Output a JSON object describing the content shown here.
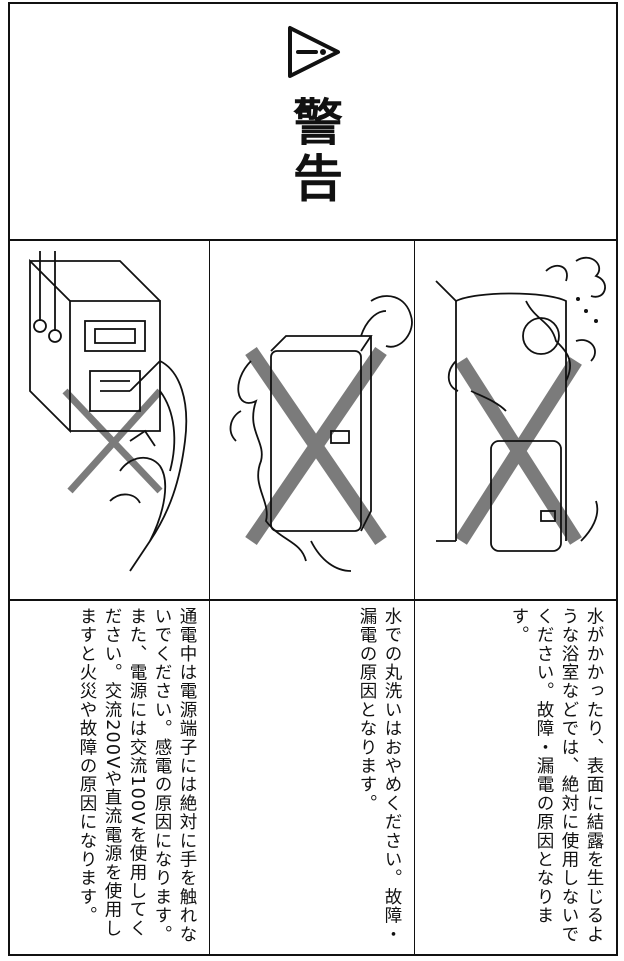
{
  "header": {
    "title": "警告",
    "icon": "warning-triangle-icon"
  },
  "illustrations": [
    {
      "name": "bathroom-steam",
      "icon": "prohibited-x-icon"
    },
    {
      "name": "water-wash",
      "icon": "prohibited-x-icon"
    },
    {
      "name": "terminal-touch"
    }
  ],
  "warnings": [
    {
      "text": "水がかかったり、表面に結露を生じるような浴室などでは、絶対に使用しないでください。故障・漏電の原因となります。"
    },
    {
      "text": "水での丸洗いはおやめください。故障・漏電の原因となります。"
    },
    {
      "text": "通電中は電源端子には絶対に手を触れないでください。感電の原因になります。また、電源には交流100Vを使用してください。交流200Vや直流電源を使用しますと火災や故障の原因になります。"
    }
  ]
}
